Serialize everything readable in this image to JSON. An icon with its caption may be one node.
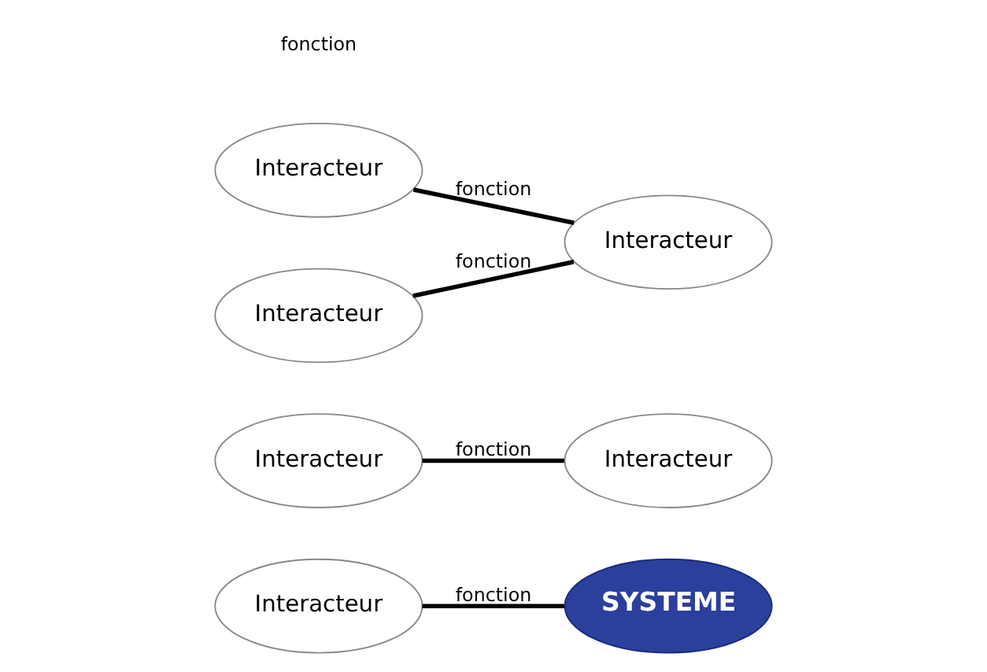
{
  "diagram": {
    "nodes": [
      {
        "text": [
          "SYSTEME"
        ]
      },
      {
        "text": [
          "Interacteur"
        ]
      },
      {
        "text": [
          "Interacteur"
        ]
      },
      {
        "text": [
          "Interacteur"
        ]
      },
      {
        "text": [
          "Interacteur"
        ]
      },
      {
        "text": [
          "Interacteur"
        ]
      },
      {
        "text": [
          "Interacteur"
        ]
      }
    ],
    "edges": [
      {
        "from": 1,
        "to": 3,
        "arrow": "none",
        "label": "fonction"
      },
      {
        "from": 2,
        "to": 0,
        "arrow": "none",
        "label": "fonction"
      },
      {
        "from": 4,
        "to": 6,
        "arrow": "none",
        "label": "fonction"
      },
      {
        "from": 5,
        "to": 6,
        "arrow": "none",
        "label": "fonction"
      }
    ],
    "labels": [
      "fonction"
    ]
  }
}
